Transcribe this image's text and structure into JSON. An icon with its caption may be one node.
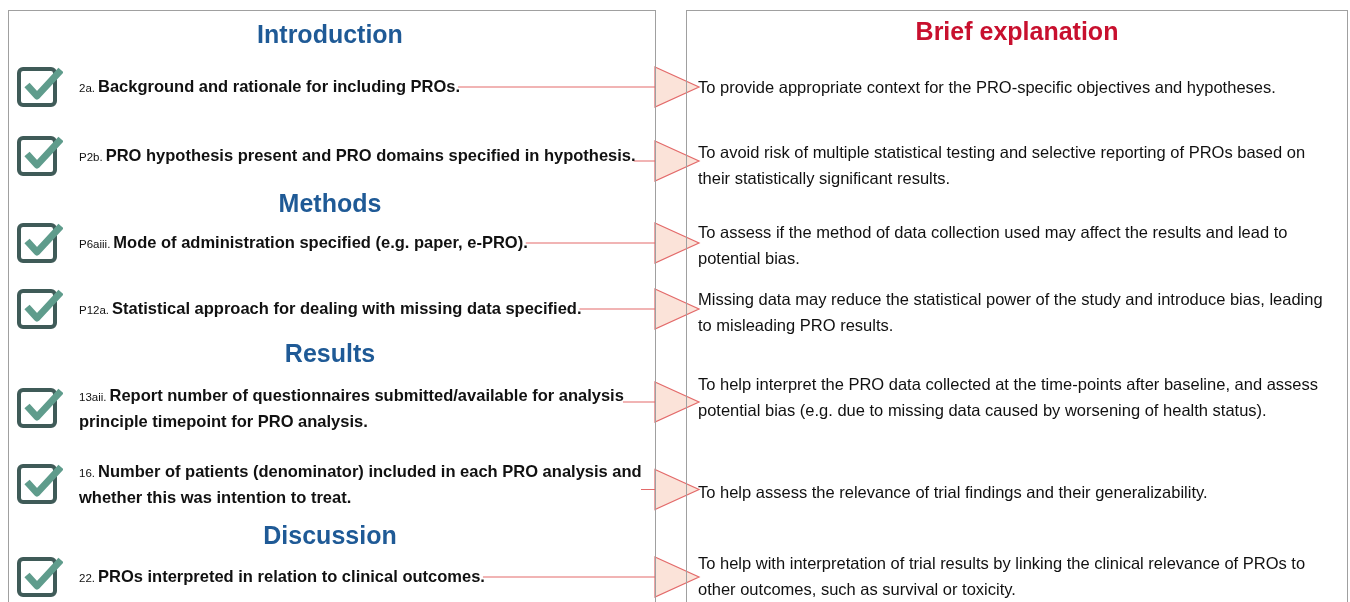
{
  "diagram": {
    "nodes": [
      {
        "text": [],
        "shape": "box"
      },
      {
        "text": [
          "2a.",
          "Background and rationale for including PROs."
        ],
        "in": 0
      },
      {
        "text": [
          "P2b.",
          "PRO hypothesis present and PRO domains specified in hypothesis."
        ],
        "in": 0
      },
      {
        "text": [
          "P6aiii.",
          "Mode of administration specified (e.g. paper, e-PRO)."
        ],
        "in": 0
      },
      {
        "text": [
          "P12a.",
          "Statistical approach for dealing with missing data specified."
        ],
        "in": 0
      },
      {
        "text": [
          "13aii.",
          "Report number of questionnaires submitted/available for analysis principle timepoint for PRO analysis."
        ],
        "in": 0
      },
      {
        "text": [
          "16.",
          "Number of patients (denominator) included in each PRO analysis and whether this was intention to treat."
        ],
        "in": 0
      },
      {
        "text": [
          "22.",
          "PROs interpreted in relation to clinical outcomes."
        ],
        "in": 0
      },
      {
        "text": [
          "Brief explanation"
        ]
      },
      {
        "text": [
          "To provide appropriate context for the PRO-specific objectives and hypotheses."
        ],
        "in": 8
      },
      {
        "text": [
          "To avoid risk of multiple statistical testing and selective reporting of PROs based on their statistically significant results."
        ],
        "in": 8
      },
      {
        "text": [
          "To assess if the method of data collection used may affect the results and lead to potential bias."
        ],
        "in": 8
      },
      {
        "text": [
          "Missing data may reduce the statistical power of the study and introduce bias, leading to misleading PRO results."
        ],
        "in": 8
      },
      {
        "text": [
          "To help interpret the PRO data collected at the time-points after baseline, and assess potential bias (e.g. due to missing data caused by worsening of health status)."
        ],
        "in": 8
      },
      {
        "text": [
          "To help assess the relevance of trial findings and their generalizability."
        ],
        "in": 8
      },
      {
        "text": [
          "To help with interpretation of trial results by linking the clinical relevance of PROs to other outcomes, such as survival or toxicity."
        ],
        "in": 8
      }
    ],
    "edges": [
      {
        "from": 1,
        "to": 9,
        "arrow": "to"
      },
      {
        "from": 2,
        "to": 10,
        "arrow": "to"
      },
      {
        "from": 3,
        "to": 11,
        "arrow": "to"
      },
      {
        "from": 4,
        "to": 12,
        "arrow": "to"
      },
      {
        "from": 5,
        "to": 13,
        "arrow": "to"
      },
      {
        "from": 6,
        "to": 14,
        "arrow": "to"
      },
      {
        "from": 7,
        "to": 15,
        "arrow": "to"
      }
    ],
    "labels": [
      "Introduction",
      "Methods",
      "Results",
      "Discussion"
    ]
  }
}
